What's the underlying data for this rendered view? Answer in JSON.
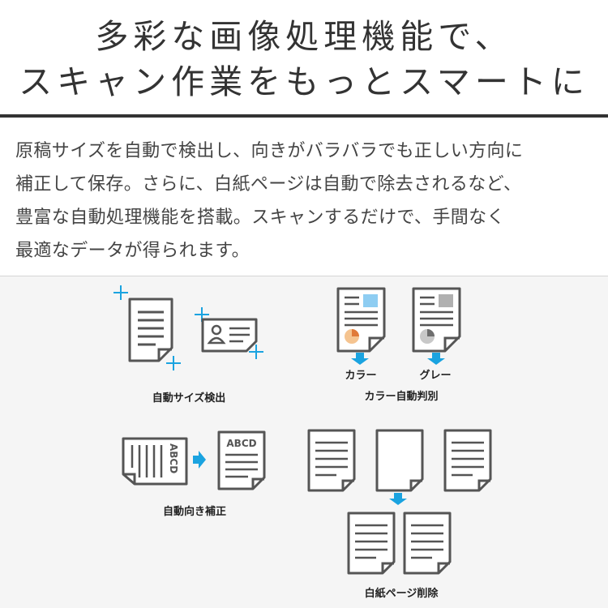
{
  "header": {
    "title_line1": "多彩な画像処理機能で、",
    "title_line2": "スキャン作業をもっとスマートに"
  },
  "description": {
    "lines": [
      "原稿サイズを自動で検出し、向きがバラバラでも正しい方向に",
      "補正して保存。さらに、白紙ページは自動で除去されるなど、",
      "豊富な自動処理機能を搭載。スキャンするだけで、手間なく",
      "最適なデータが得られます。"
    ]
  },
  "features": {
    "auto_size": {
      "caption": "自動サイズ検出"
    },
    "color_detect": {
      "caption": "カラー自動判別",
      "color_label": "カラー",
      "gray_label": "グレー"
    },
    "auto_rotate": {
      "caption": "自動向き補正",
      "doc_text": "ABCD"
    },
    "blank_removal": {
      "caption": "白紙ページ削除"
    }
  },
  "colors": {
    "accent_blue": "#1aa3e0",
    "doc_stroke": "#555555",
    "light_blue": "#8ecdf2",
    "orange": "#f0a050",
    "gray": "#8a8a8a"
  }
}
